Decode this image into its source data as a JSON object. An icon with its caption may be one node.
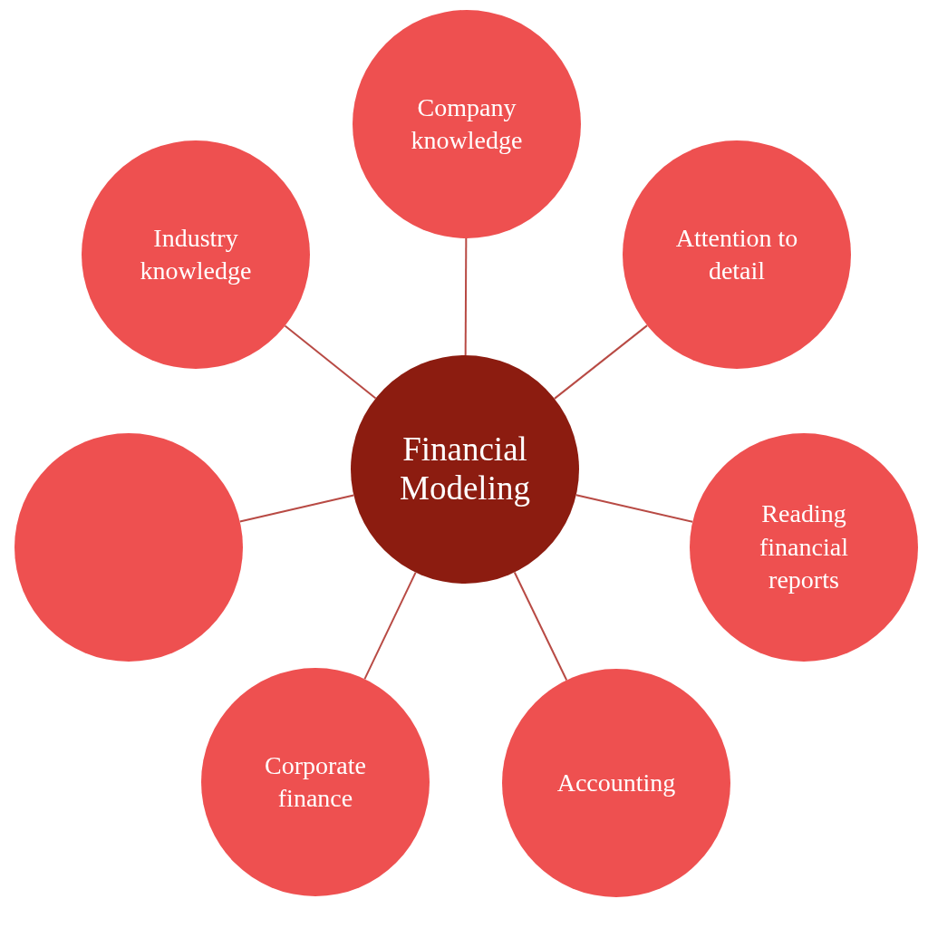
{
  "diagram": {
    "nodes": [
      {
        "text": [
          "Financial Modeling"
        ]
      },
      {
        "text": [
          "Company knowledge"
        ]
      },
      {
        "text": [
          "Attention to detail"
        ]
      },
      {
        "text": [
          "Reading financial reports"
        ]
      },
      {
        "text": [
          "Accounting"
        ]
      },
      {
        "text": [
          "Corporate finance"
        ]
      },
      {
        "text": [],
        "shape": "circle"
      },
      {
        "text": [
          "Industry knowledge"
        ]
      }
    ],
    "edges": [
      {
        "from": 0,
        "to": 1,
        "arrow": "none"
      },
      {
        "from": 0,
        "to": 2,
        "arrow": "none"
      },
      {
        "from": 0,
        "to": 3,
        "arrow": "none"
      },
      {
        "from": 0,
        "to": 4,
        "arrow": "none"
      },
      {
        "from": 0,
        "to": 5,
        "arrow": "none"
      },
      {
        "from": 0,
        "to": 6,
        "arrow": "none"
      },
      {
        "from": 0,
        "to": 7,
        "arrow": "none"
      }
    ]
  }
}
